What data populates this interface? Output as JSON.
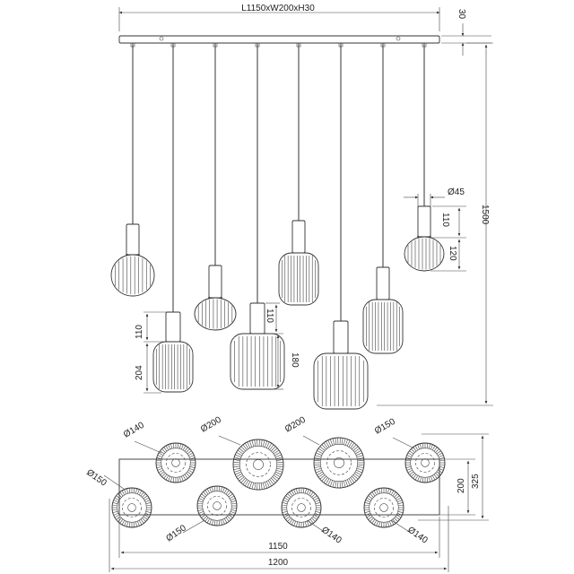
{
  "dimensions": {
    "canopy": "L1150xW200xH30",
    "canopy_height": "30",
    "total_height": "1500",
    "cap_diameter": "Ø45",
    "cap_height_small": "110",
    "shade_height_small": "120",
    "cap_height_left": "110",
    "shade_height_left": "204",
    "cap_height_middle": "110",
    "shade_height_middle": "180",
    "width_depth": "200",
    "width_total_depth": "325",
    "length_inner": "1150",
    "length_outer": "1200"
  },
  "shade_diameters": [
    {
      "label": "Ø140"
    },
    {
      "label": "Ø200"
    },
    {
      "label": "Ø200"
    },
    {
      "label": "Ø150"
    },
    {
      "label": "Ø150"
    },
    {
      "label": "Ø150"
    },
    {
      "label": "Ø140"
    },
    {
      "label": "Ø140"
    }
  ]
}
